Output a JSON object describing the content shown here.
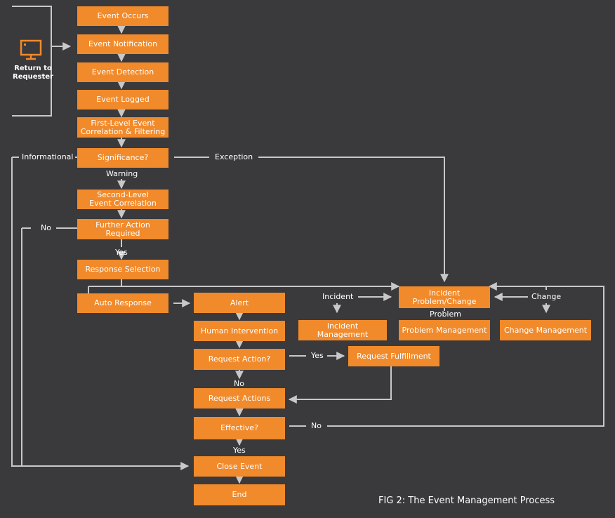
{
  "requester": {
    "label_line1": "Return to",
    "label_line2": "Requester"
  },
  "nodes": {
    "event_occurs": "Event Occurs",
    "event_notification": "Event Notification",
    "event_detection": "Event Detection",
    "event_logged": "Event Logged",
    "first_level_1": "First-Level Event",
    "first_level_2": "Correlation & Filtering",
    "significance": "Significance?",
    "second_level_1": "Second-Level",
    "second_level_2": "Event Correlation",
    "further_action_1": "Further Action",
    "further_action_2": "Required",
    "response_selection": "Response Selection",
    "auto_response": "Auto Response",
    "alert": "Alert",
    "human_intervention": "Human Intervention",
    "request_action": "Request Action?",
    "request_actions": "Request Actions",
    "effective": "Effective?",
    "close_event": "Close Event",
    "end": "End",
    "incident_pc_1": "Incident",
    "incident_pc_2": "Problem/Change",
    "incident_management": "Incident Management",
    "problem_management": "Problem Management",
    "change_management": "Change Management",
    "request_fulfillment": "Request Fulfillment"
  },
  "edge_labels": {
    "informational": "Informational",
    "exception": "Exception",
    "warning": "Warning",
    "no_further": "No",
    "yes_further": "Yes",
    "incident": "Incident",
    "change": "Change",
    "problem": "Problem",
    "yes_request": "Yes",
    "no_request": "No",
    "no_effective": "No",
    "yes_effective": "Yes"
  },
  "caption": "FIG 2: The Event Management Process",
  "colors": {
    "background": "#3a393b",
    "box": "#f18a2b",
    "line": "#c8c8c8",
    "text": "#ffffff"
  },
  "icons": {
    "requester": "monitor-icon"
  }
}
